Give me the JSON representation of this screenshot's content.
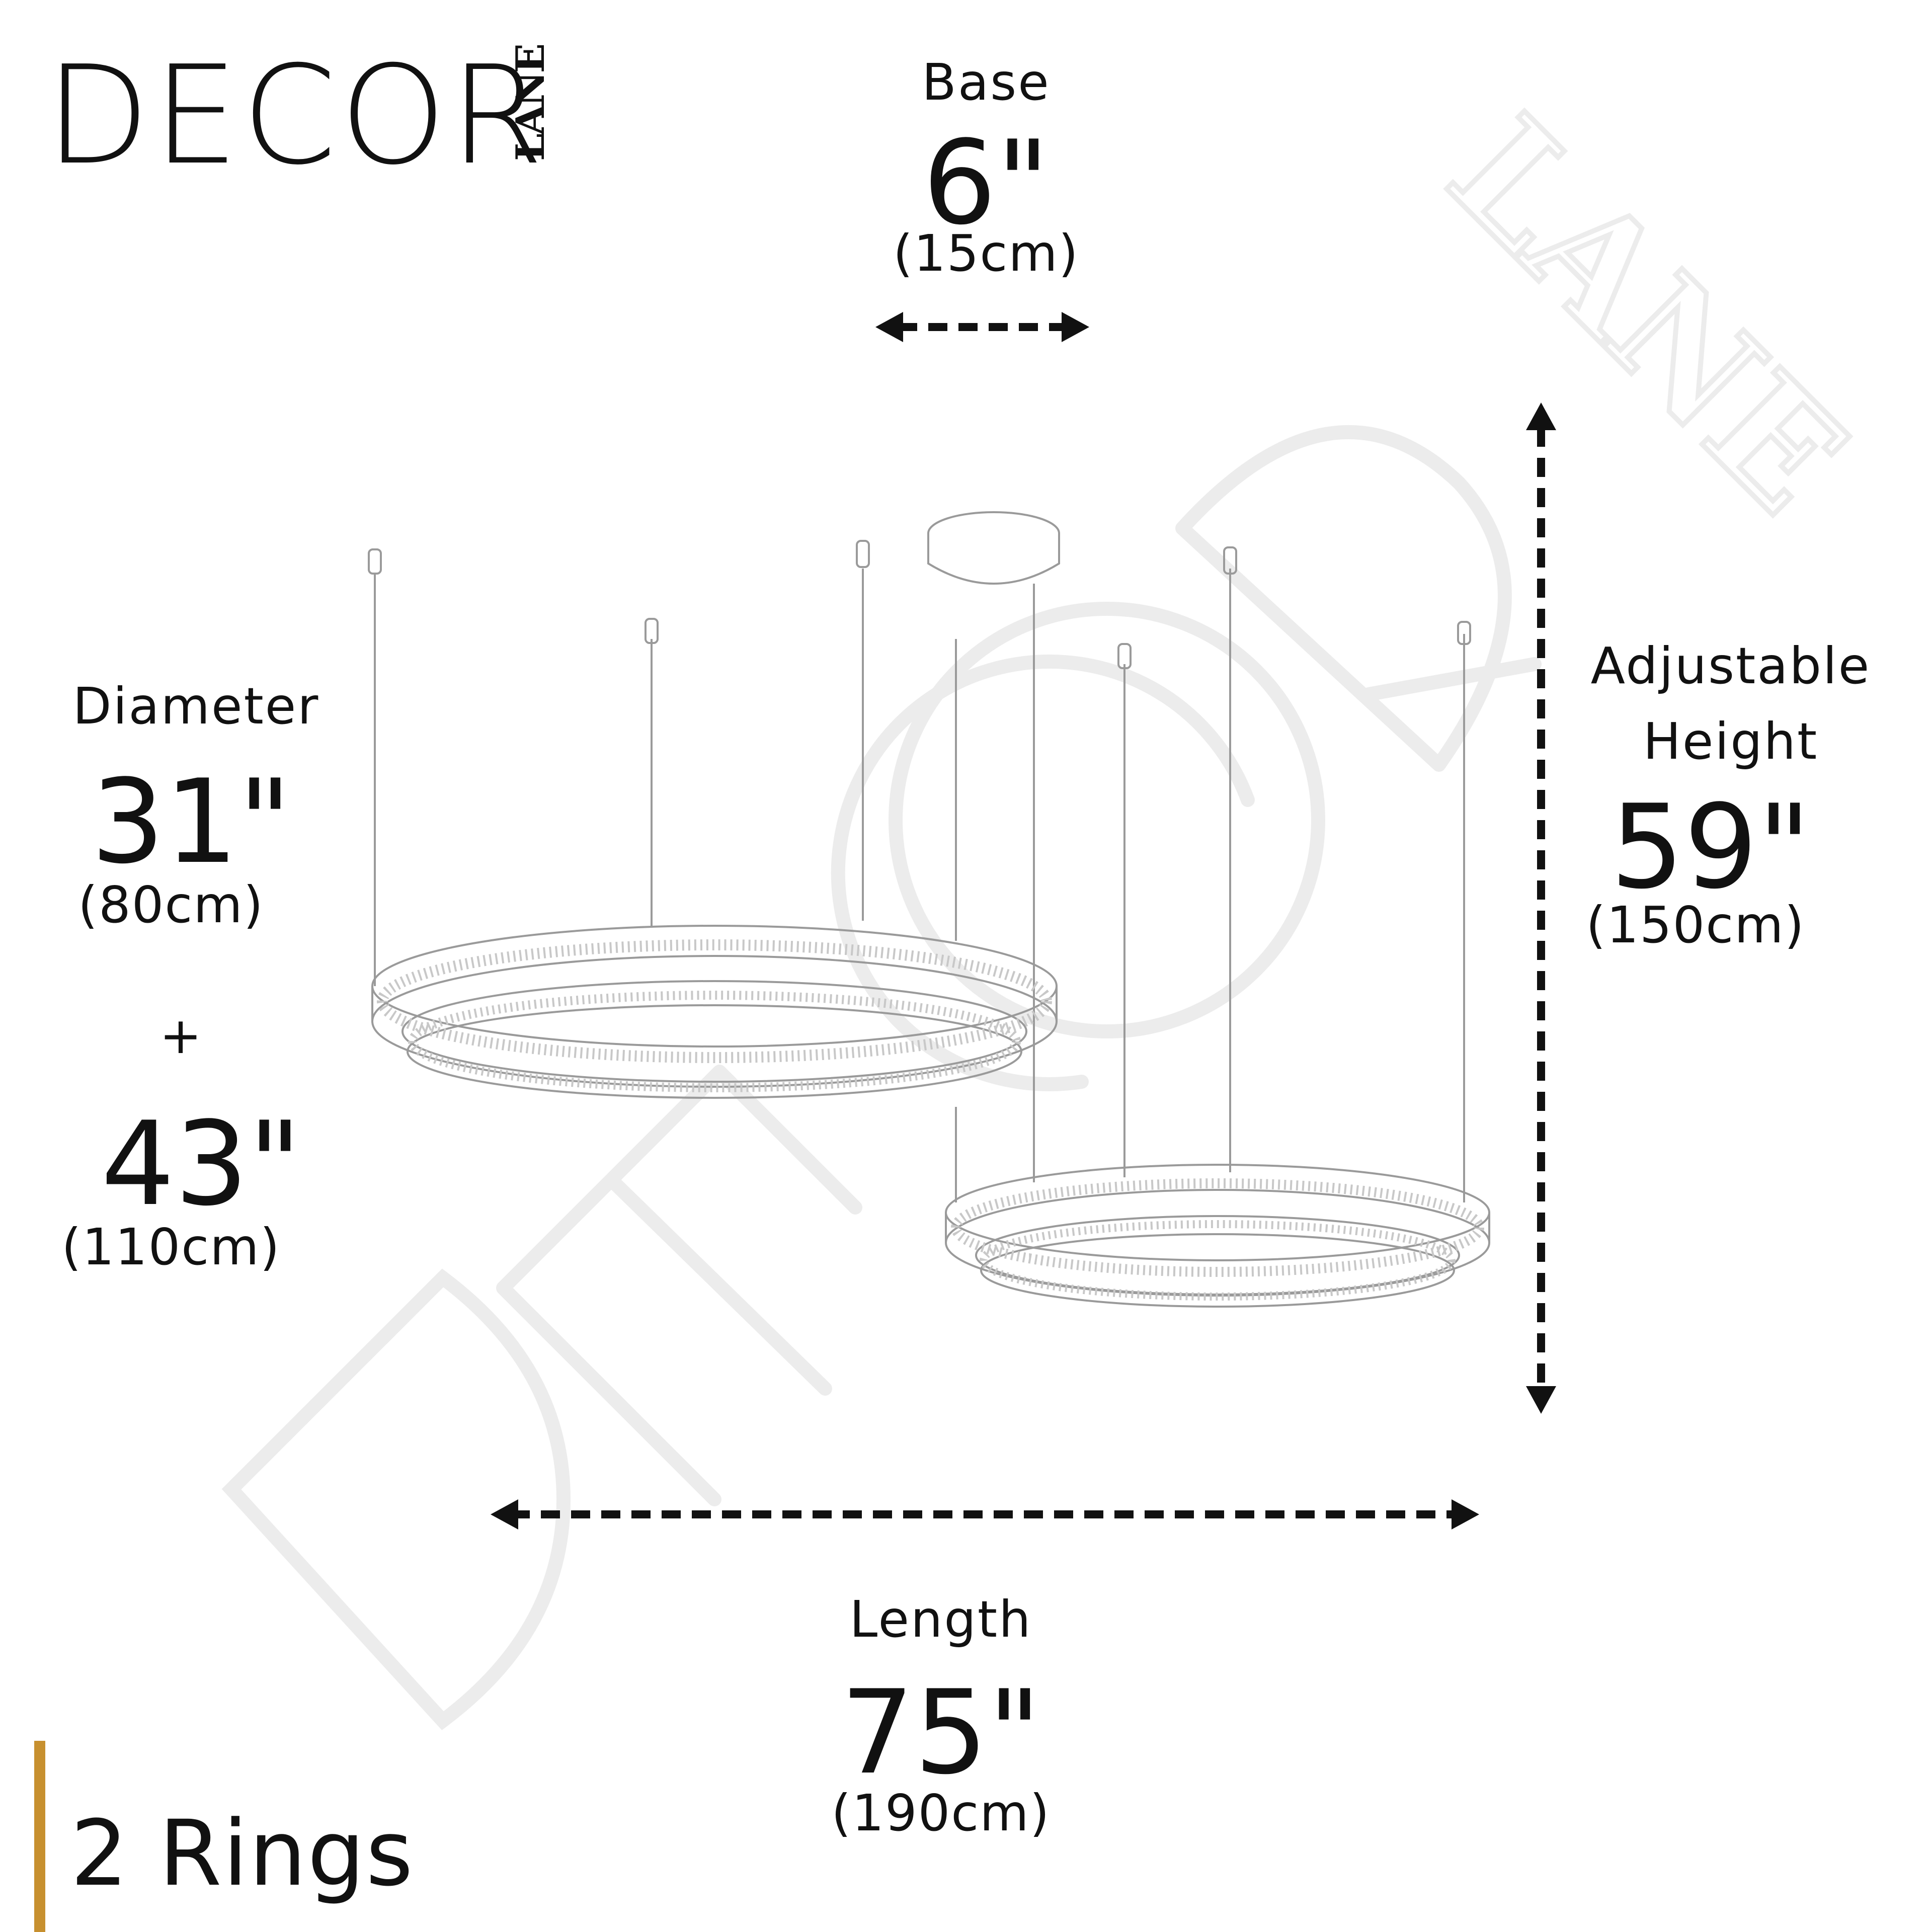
{
  "brand": {
    "logo_word": "DECOR",
    "logo_small": "LANE",
    "watermark_word": "DECOR",
    "watermark_small": "LANE"
  },
  "base": {
    "label": "Base",
    "value": "6\"",
    "metric": "(15cm)"
  },
  "diameter": {
    "label": "Diameter",
    "value1": "31\"",
    "metric1": "(80cm)",
    "plus": "+",
    "value2": "43\"",
    "metric2": "(110cm)"
  },
  "height": {
    "label_line1": "Adjustable",
    "label_line2": "Height",
    "value": "59\"",
    "metric": "(150cm)"
  },
  "length": {
    "label": "Length",
    "value": "75\"",
    "metric": "(190cm)"
  },
  "rings": {
    "label": "2 Rings"
  },
  "colors": {
    "accent": "#c7902f",
    "ink": "#111111",
    "watermark": "#ececec",
    "drawing": "#9a9a9a"
  }
}
